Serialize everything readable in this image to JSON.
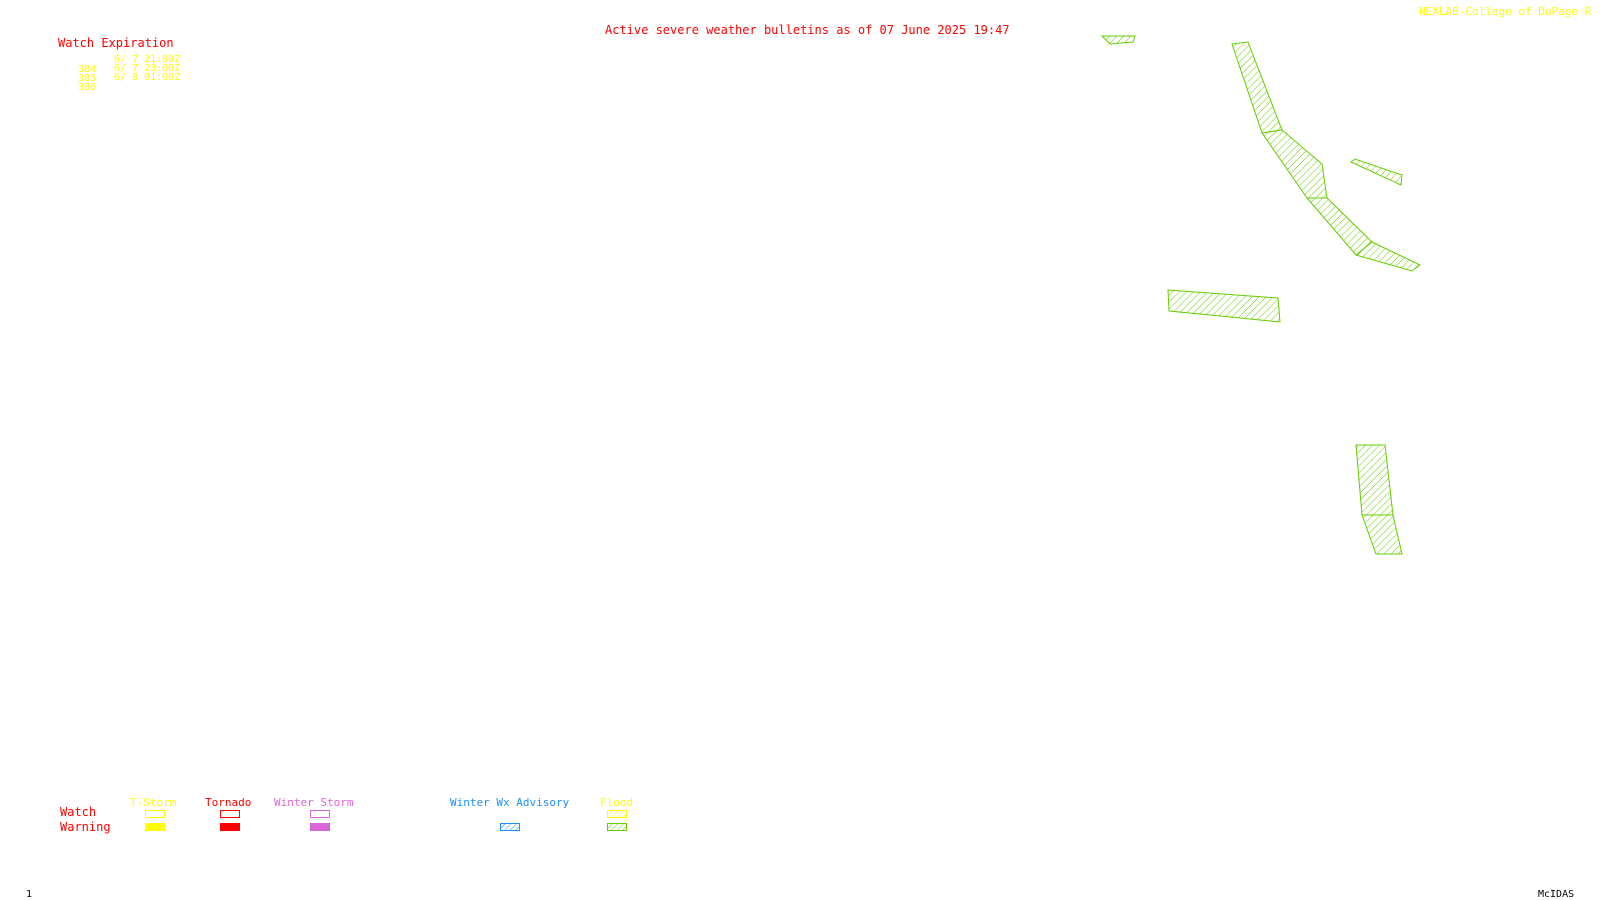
{
  "title": "Active severe weather bulletins as of 07 June 2025 19:47",
  "credit": "NEXLAB-College of DuPage R",
  "watch_expiration": {
    "header": "Watch Expiration",
    "rows": [
      {
        "id": "384",
        "time": "6/ 7 21:00Z"
      },
      {
        "id": "385",
        "time": "6/ 7 23:00Z"
      },
      {
        "id": "386",
        "time": "6/ 8 01:00Z"
      }
    ]
  },
  "legend": {
    "row_labels": {
      "watch": "Watch",
      "warning": "Warning"
    },
    "columns": [
      {
        "label": "T-Storm",
        "color": "#ffff00"
      },
      {
        "label": "Tornado",
        "color": "#ff0000"
      },
      {
        "label": "Winter Storm",
        "color": "#d966d9"
      },
      {
        "label": "Winter Wx Advisory",
        "color": "#1e90ff"
      },
      {
        "label": "Flood",
        "color": "#ffff00"
      }
    ]
  },
  "colors": {
    "flood_warning": "#66cc00",
    "title": "#ff0000",
    "credit": "#ffff00"
  },
  "footer": {
    "frame": "1",
    "software": "McIDAS"
  }
}
